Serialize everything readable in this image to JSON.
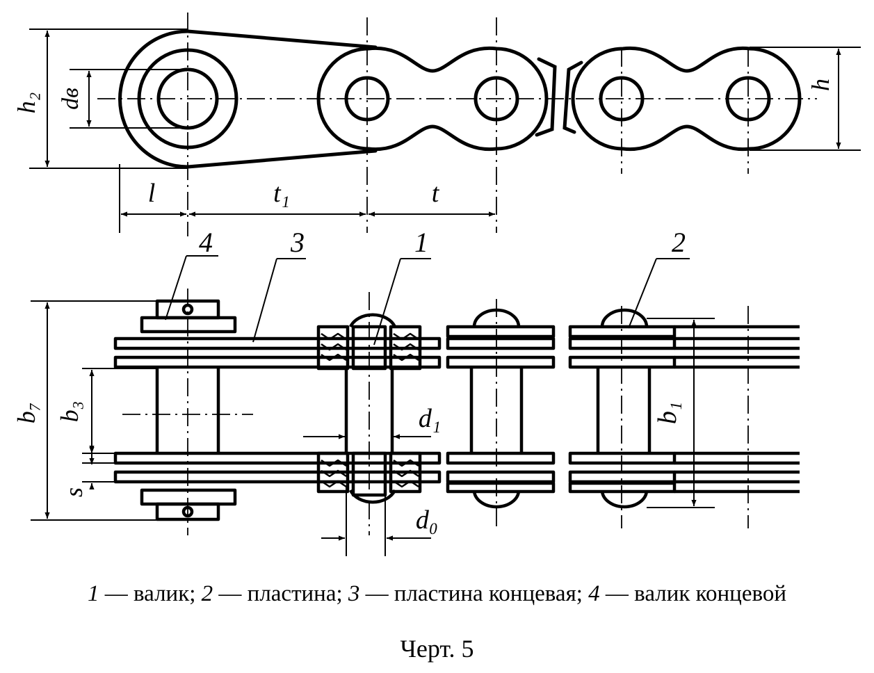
{
  "top_view": {
    "labels": {
      "h2": "h₂",
      "d_v": "dв",
      "h": "h",
      "l": "l",
      "t1": "t₁",
      "t": "t"
    }
  },
  "bottom_view": {
    "labels": {
      "callout_4": "4",
      "callout_3": "3",
      "callout_1": "1",
      "callout_2": "2",
      "b7": "b₇",
      "b3": "b₃",
      "s": "s",
      "d1": "d₁",
      "d0": "d₀",
      "b1": "b₁"
    }
  },
  "legend": [
    {
      "num": "1",
      "text": "валик"
    },
    {
      "num": "2",
      "text": "пластина"
    },
    {
      "num": "3",
      "text": "пластина концевая"
    },
    {
      "num": "4",
      "text": "валик концевой"
    }
  ],
  "legend_dash": " — ",
  "legend_sep": "; ",
  "caption": "Черт. 5"
}
